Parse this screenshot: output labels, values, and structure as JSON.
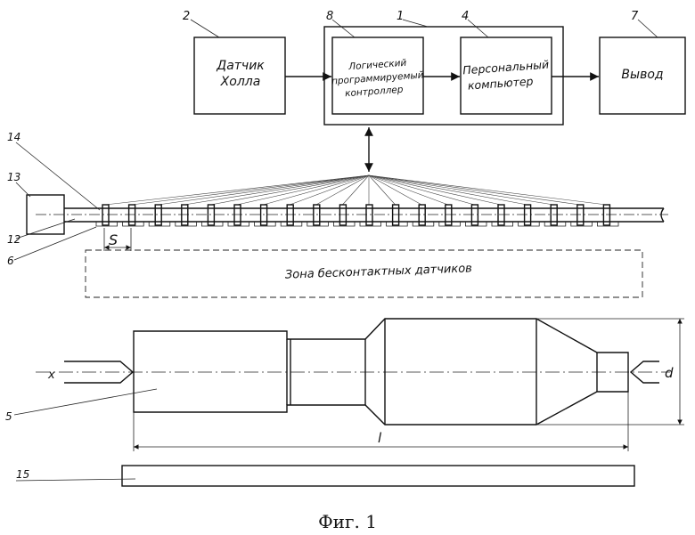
{
  "blocks": {
    "hall_sensor": {
      "number": "2",
      "line1": "Датчик",
      "line2": "Холла"
    },
    "controller": {
      "number": "8",
      "line1": "Логический",
      "line2": "программируемый",
      "line3": "контроллер"
    },
    "pc": {
      "number": "4",
      "line1": "Персональный",
      "line2": "компьютер"
    },
    "output": {
      "number": "7",
      "label": "Вывод"
    },
    "outer_frame": {
      "number": "1"
    }
  },
  "conveyor": {
    "label_14": "14",
    "label_13": "13",
    "label_12": "12",
    "label_6": "6",
    "spacing_label": "S",
    "sensor_count": 20
  },
  "zone": {
    "label": "Зона бесконтактных датчиков"
  },
  "part": {
    "axis_label": "x",
    "number": "5",
    "length_label": "l",
    "diameter_label": "d"
  },
  "bar": {
    "number": "15"
  },
  "caption": "Фиг. 1"
}
